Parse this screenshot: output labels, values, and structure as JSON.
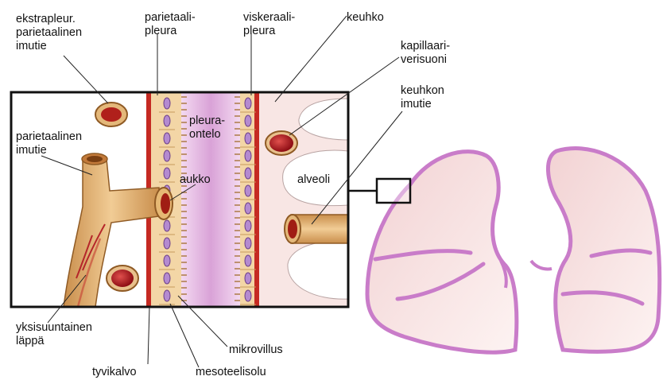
{
  "labels": {
    "ekstrapleur": "ekstrapleur.\nparietaalinen\nimutie",
    "parietaalipleura": "parietaali-\npleura",
    "viskeraalipleura": "viskeraali-\npleura",
    "keuhko": "keuhko",
    "kapillaari": "kapillaari-\nverisuoni",
    "keuhkon_imutie": "keuhkon\nimutie",
    "parietaalinen_imutie": "parietaalinen\nimutie",
    "pleuraontelo": "pleura-\nontelo",
    "aukko": "aukko",
    "alveoli": "alveoli",
    "yksisuuntainen": "yksisuuntainen\nläppä",
    "mikrovillus": "mikrovillus",
    "tyvikalvo": "tyvikalvo",
    "mesoteelisolu": "mesoteelisolu"
  },
  "colors": {
    "lymph": "#d9a66a",
    "lymph_dark": "#a8743a",
    "blood": "#b3121c",
    "cavity": "#e6b6e4",
    "lung_outline": "#c97cc9",
    "lung_fill": "#f6dedd",
    "tissue": "#f8e6e4"
  }
}
